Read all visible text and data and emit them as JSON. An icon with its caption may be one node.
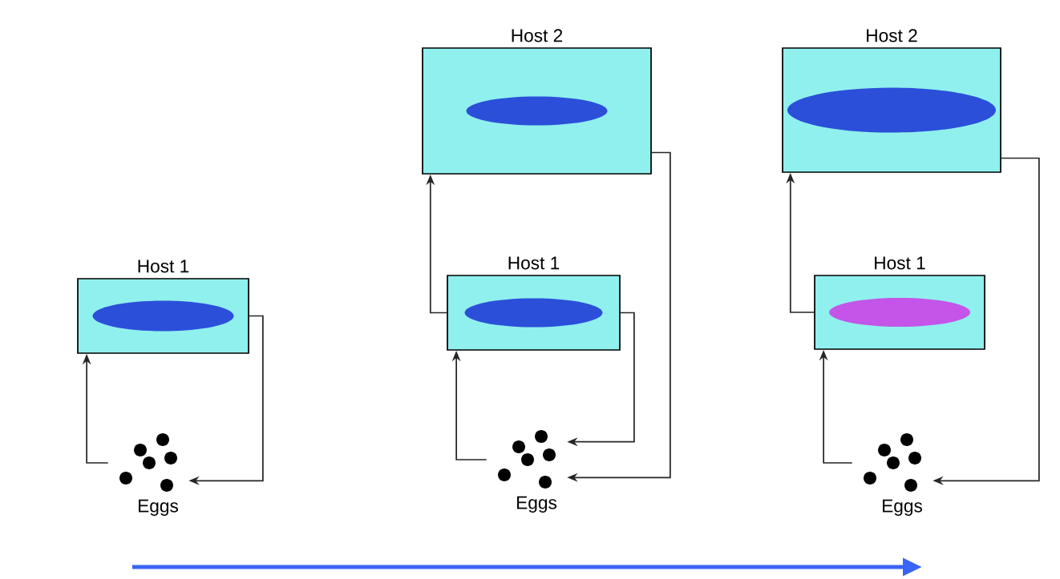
{
  "diagram": {
    "nodes": [
      {
        "text": [
          "Host 1"
        ]
      },
      {
        "text": [
          "Eggs"
        ]
      },
      {
        "text": [
          "Host 2"
        ]
      },
      {
        "text": [
          "Host 1"
        ]
      },
      {
        "text": [
          "Eggs"
        ]
      },
      {
        "text": [
          "Host 2"
        ]
      },
      {
        "text": [
          "Host 1"
        ]
      },
      {
        "text": [
          "Eggs"
        ]
      },
      {
        "text": [],
        "shape": "ellipse",
        "in": 0
      },
      {
        "text": [],
        "shape": "ellipse",
        "in": 2
      },
      {
        "text": [],
        "shape": "ellipse",
        "in": 3
      },
      {
        "text": [],
        "shape": "ellipse",
        "in": 5
      },
      {
        "text": [],
        "shape": "ellipse",
        "in": 6
      }
    ],
    "edges": [
      {
        "from": 1,
        "to": 0,
        "arrow": "to"
      },
      {
        "from": 0,
        "to": 1,
        "arrow": "to"
      },
      {
        "from": 3,
        "to": 2,
        "arrow": "to"
      },
      {
        "from": 2,
        "to": 4,
        "arrow": "to"
      },
      {
        "from": 3,
        "to": 4,
        "arrow": "to"
      },
      {
        "from": 4,
        "to": 3,
        "arrow": "to"
      },
      {
        "from": 6,
        "to": 5,
        "arrow": "to"
      },
      {
        "from": 5,
        "to": 7,
        "arrow": "to"
      },
      {
        "from": 7,
        "to": 6,
        "arrow": "to"
      }
    ]
  }
}
